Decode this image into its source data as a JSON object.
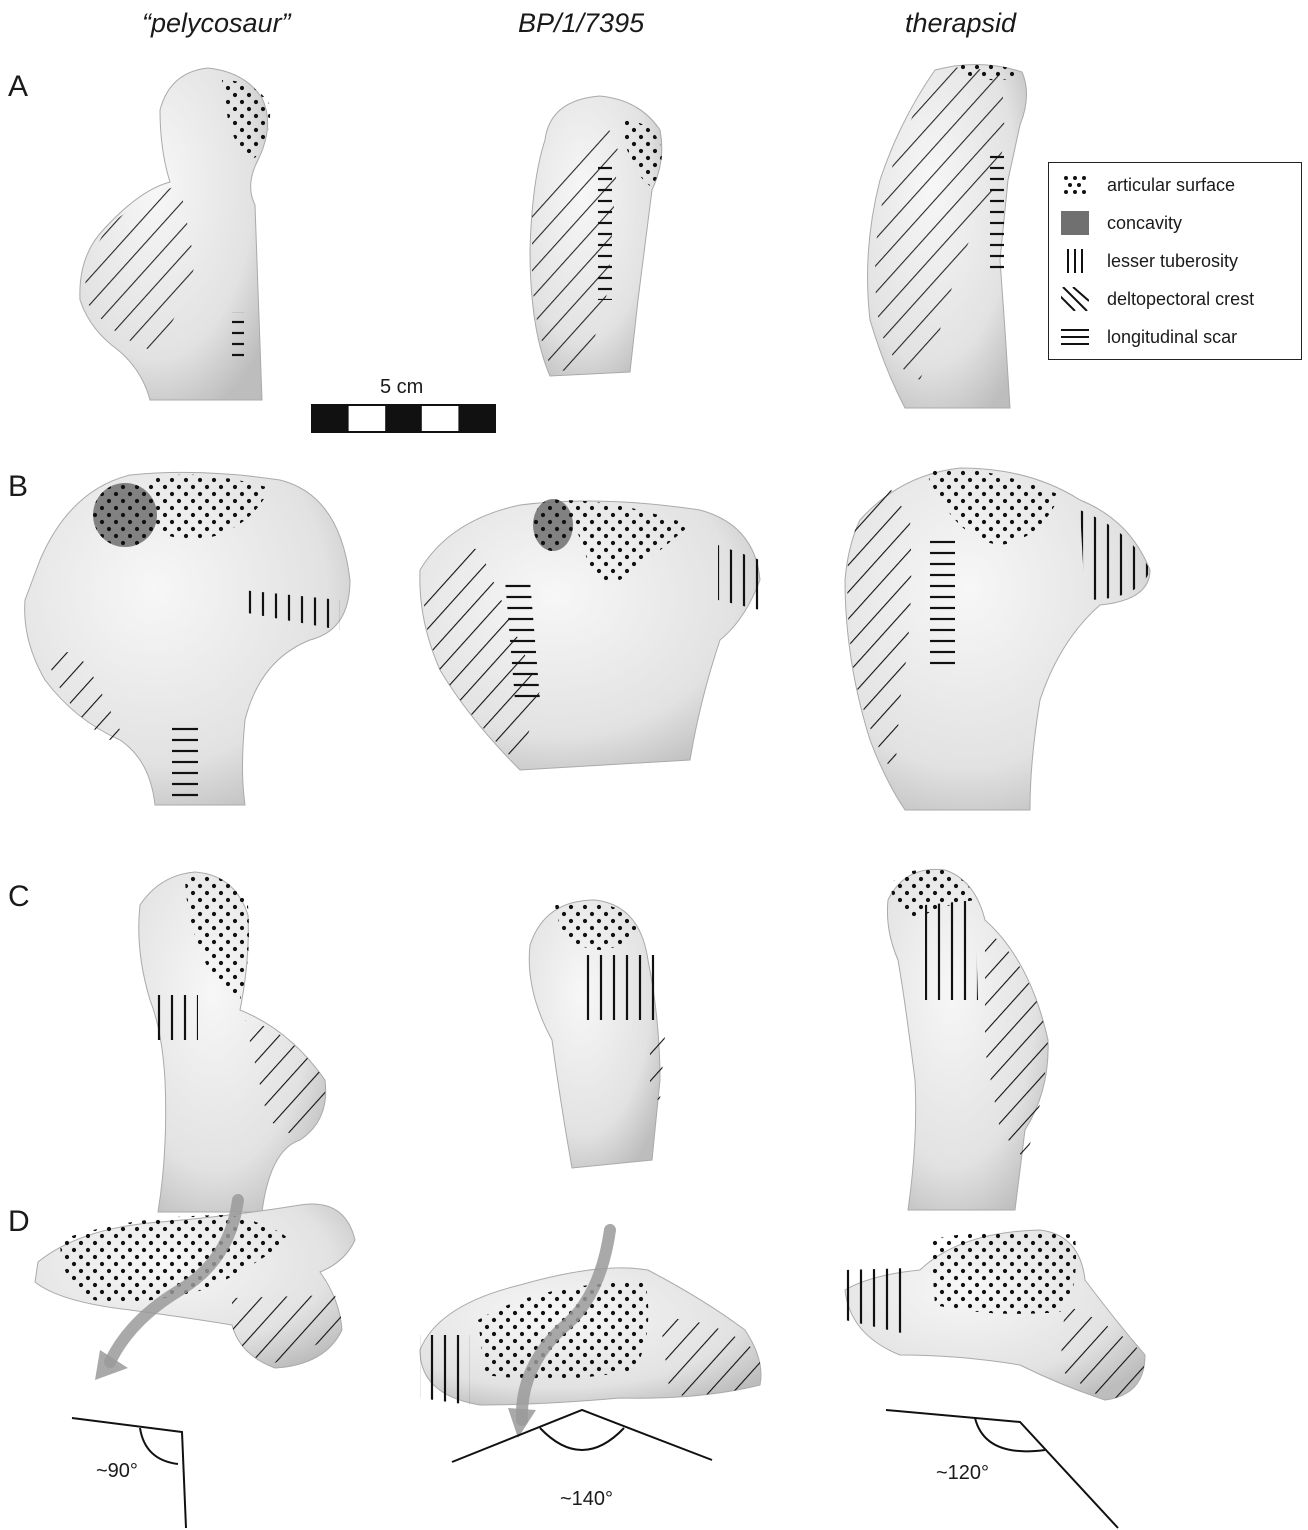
{
  "columns": [
    {
      "title": "“pelycosaur”"
    },
    {
      "title": "BP/1/7395"
    },
    {
      "title": "therapsid"
    }
  ],
  "rows": [
    {
      "label": "A"
    },
    {
      "label": "B"
    },
    {
      "label": "C"
    },
    {
      "label": "D"
    }
  ],
  "scale_bar": {
    "label": "5 cm",
    "segments": 5
  },
  "angles": [
    {
      "label": "~90°"
    },
    {
      "label": "~140°"
    },
    {
      "label": "~120°"
    }
  ],
  "legend": {
    "items": [
      {
        "label": "articular surface",
        "pattern": "dots"
      },
      {
        "label": "concavity",
        "pattern": "solid-gray"
      },
      {
        "label": "lesser tuberosity",
        "pattern": "vertical-lines"
      },
      {
        "label": "deltopectoral crest",
        "pattern": "diagonal-lines"
      },
      {
        "label": "longitudinal scar",
        "pattern": "horizontal-lines"
      }
    ]
  },
  "colors": {
    "bone": "#e6e6e6",
    "bone_shade": "#c4c4c4",
    "concavity": "#707070",
    "arrow": "#9a9a9a",
    "ink": "#111111"
  }
}
